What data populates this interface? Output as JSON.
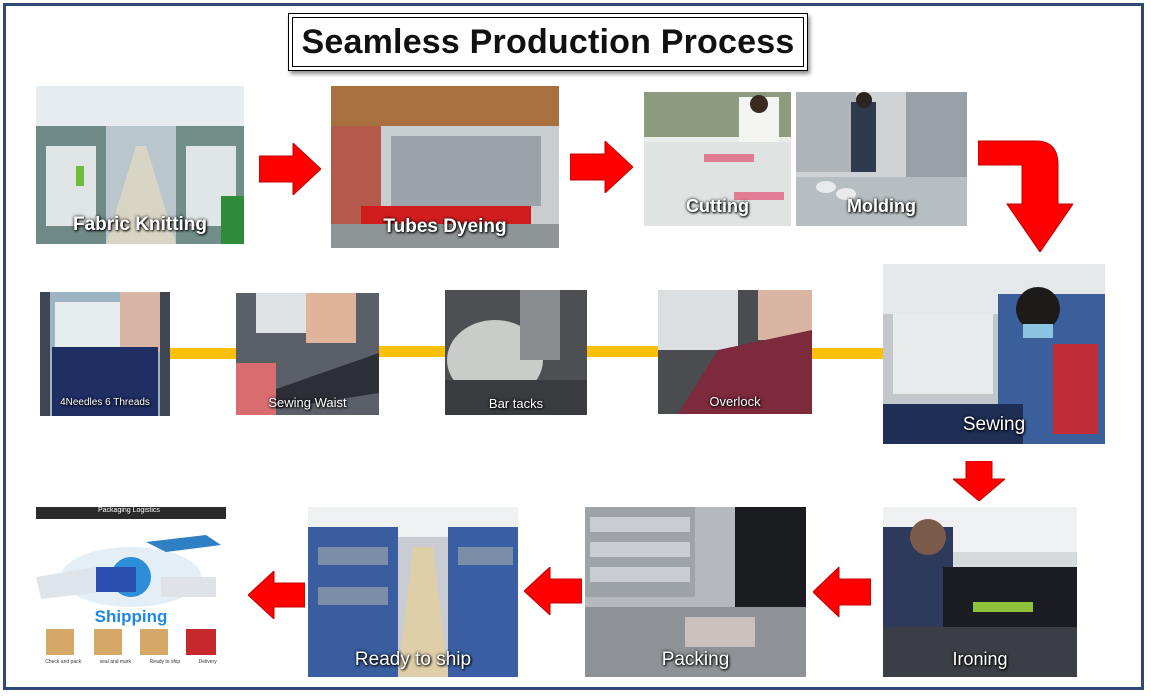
{
  "title": "Seamless Production Process",
  "colors": {
    "arrow": "#ff0000",
    "connector": "#fcbf0a",
    "border": "#2f4a78"
  },
  "steps": {
    "fabric_knitting": "Fabric Knitting",
    "tubes_dyeing": "Tubes Dyeing",
    "cutting": "Cutting",
    "molding": "Molding",
    "sewing": "Sewing",
    "overlock": "Overlock",
    "bar_tacks": "Bar tacks",
    "sewing_waist": "Sewing Waist",
    "needles_threads": "4Needles 6 Threads",
    "ironing": "Ironing",
    "packing": "Packing",
    "ready_to_ship": "Ready to ship",
    "shipping": "Shipping"
  },
  "shipping_graphic": {
    "header": "Packaging  Logistics",
    "icon_captions": [
      "Check and pack",
      "seal and mark",
      "Ready to ship",
      "Delivery"
    ]
  }
}
